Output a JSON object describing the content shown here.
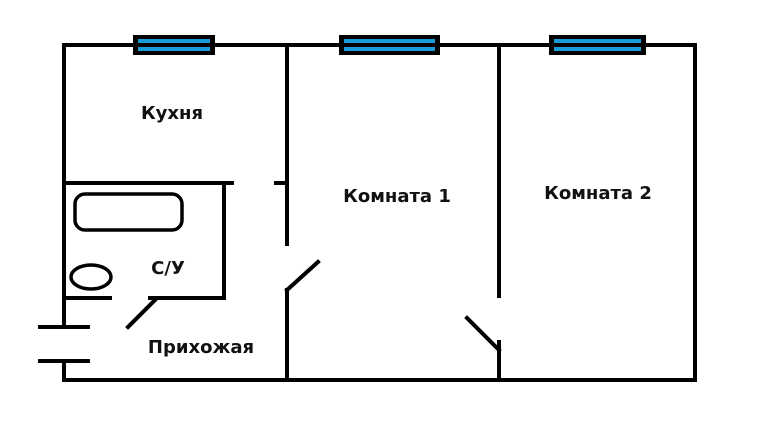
{
  "plan": {
    "rooms": {
      "kitchen": "Кухня",
      "room1": "Комната 1",
      "room2": "Комната 2",
      "bathroom": "С/У",
      "hallway": "Прихожая"
    },
    "colors": {
      "wall": "#000000",
      "window_glass": "#1a9ad6",
      "background": "#ffffff"
    }
  }
}
